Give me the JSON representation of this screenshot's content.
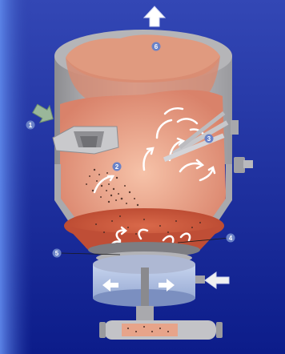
{
  "diagram": {
    "colors": {
      "background_top": "#2a3ea8",
      "background_bottom": "#0d1e8a",
      "background_left_stripe": "#3f66d8",
      "shell": "#c9c9cb",
      "shell_dark": "#8f8f93",
      "interior": "#e59779",
      "interior_light": "#f3b89e",
      "bed": "#c9573d",
      "marker": "#6a82c7",
      "arrow": "#ffffff"
    },
    "callouts": [
      {
        "label": "1",
        "icon": "inlet-arrow-icon"
      },
      {
        "label": "2",
        "icon": "feed-hopper"
      },
      {
        "label": "3",
        "icon": "side-injection-port"
      },
      {
        "label": "4",
        "icon": "fluidized-bed"
      },
      {
        "label": "5",
        "icon": "distributor-grid"
      },
      {
        "label": "6",
        "icon": "exhaust-arrow-icon"
      }
    ]
  }
}
